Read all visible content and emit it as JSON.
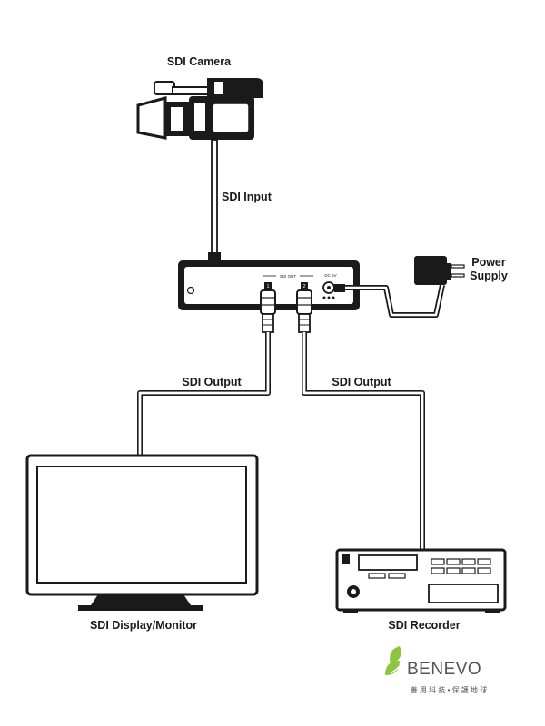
{
  "labels": {
    "camera": "SDI Camera",
    "sdi_input": "SDI Input",
    "power_line1": "Power",
    "power_line2": "Supply",
    "output_left": "SDI Output",
    "output_right": "SDI Output",
    "display": "SDI Display/Monitor",
    "recorder": "SDI Recorder"
  },
  "device": {
    "sdi_out_label": "SDI OUT",
    "dc_in_label": "DC 5V",
    "port_1": "1",
    "port_2": "2"
  },
  "logo": {
    "name": "BENEVO",
    "tagline": "善 用 科 技 • 保 護 地 球",
    "accent_color": "#8cc63f"
  }
}
